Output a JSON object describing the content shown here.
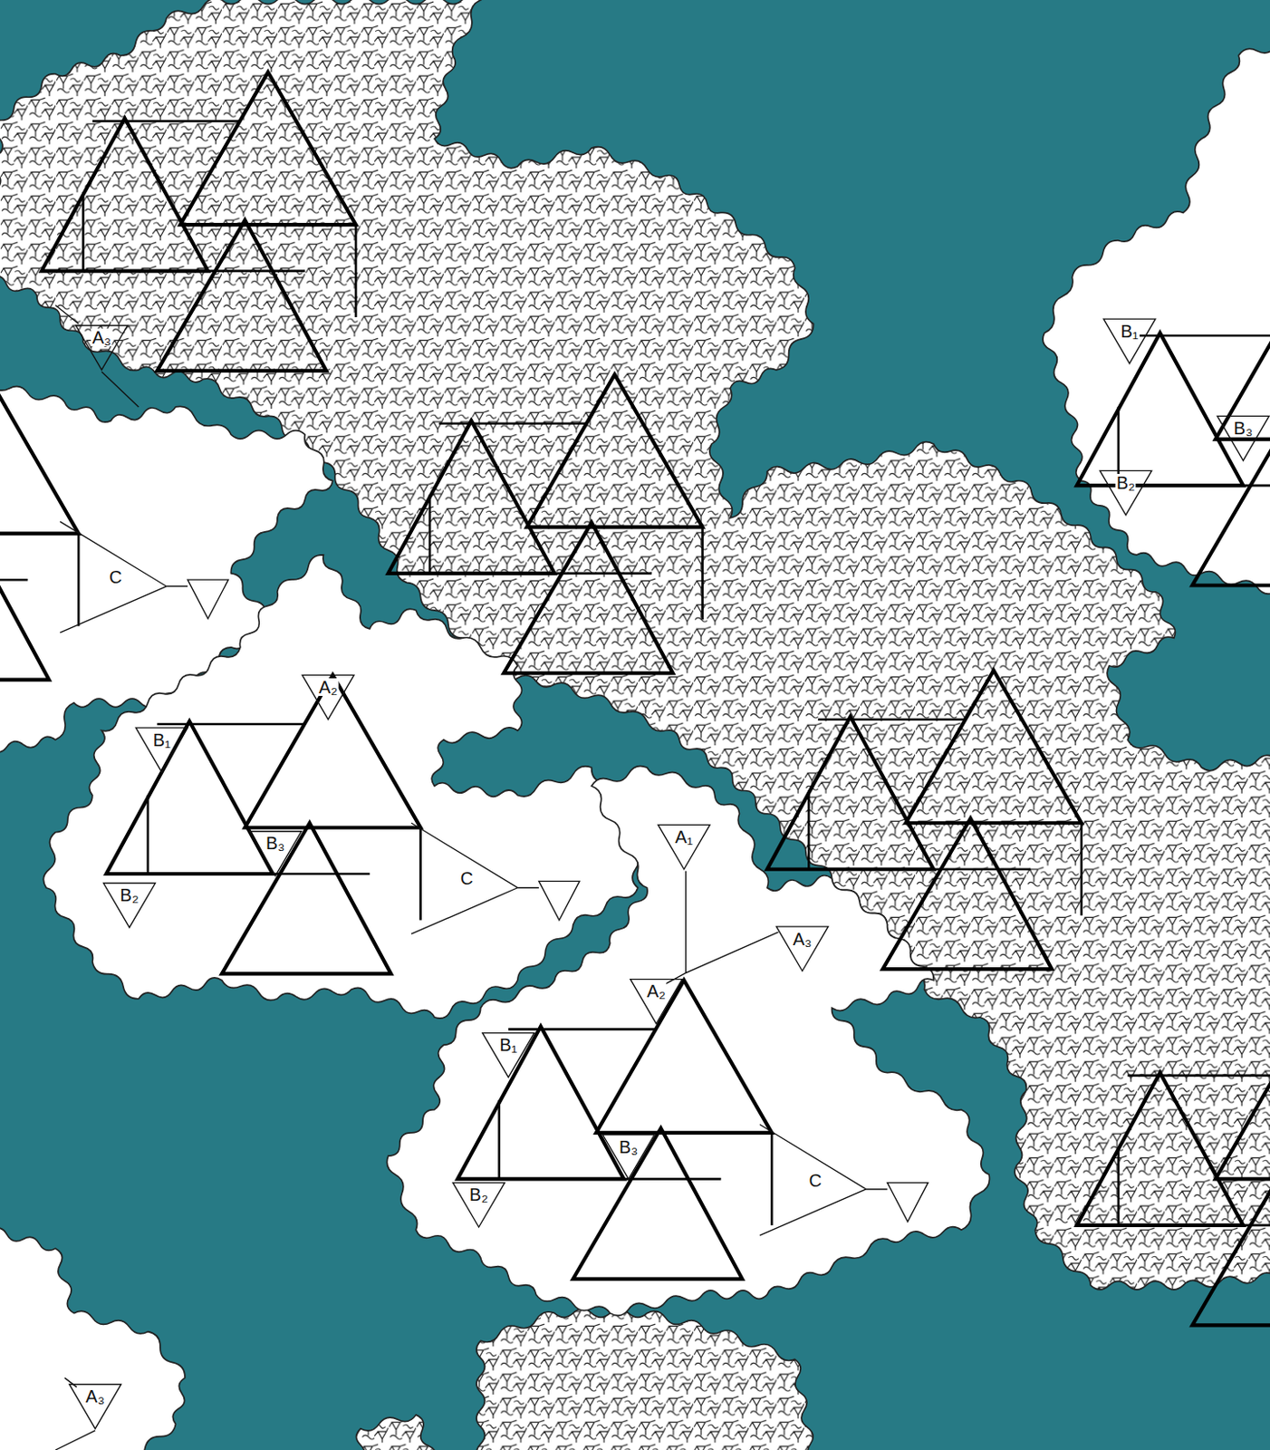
{
  "diagram": {
    "labels": [
      "A₃",
      "B₁",
      "B₃",
      "B₂",
      "C",
      "A₂",
      "B₁",
      "B₃",
      "A₁",
      "C",
      "B₂",
      "A₃",
      "A₂",
      "B₁",
      "B₃",
      "C",
      "B₂",
      "A₃"
    ]
  }
}
